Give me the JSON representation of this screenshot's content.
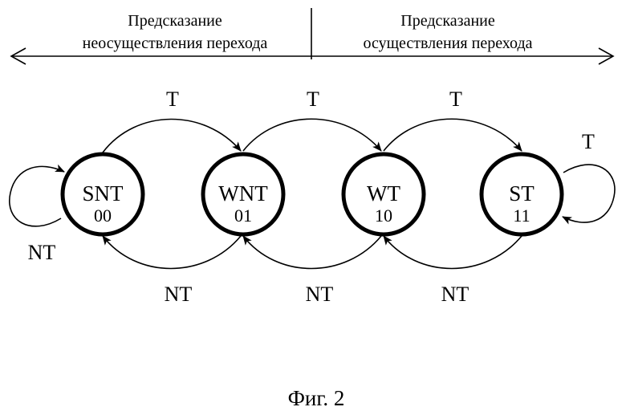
{
  "header": {
    "left": [
      "Предсказание",
      "неосуществления перехода"
    ],
    "right": [
      "Предсказание",
      "осуществления перехода"
    ]
  },
  "states": [
    {
      "name": "SNT",
      "code": "00"
    },
    {
      "name": "WNT",
      "code": "01"
    },
    {
      "name": "WT",
      "code": "10"
    },
    {
      "name": "ST",
      "code": "11"
    }
  ],
  "transitions": {
    "forward": [
      "T",
      "T",
      "T"
    ],
    "backward": [
      "NT",
      "NT",
      "NT"
    ],
    "self_left": "NT",
    "self_right": "T"
  },
  "caption": "Фиг. 2"
}
